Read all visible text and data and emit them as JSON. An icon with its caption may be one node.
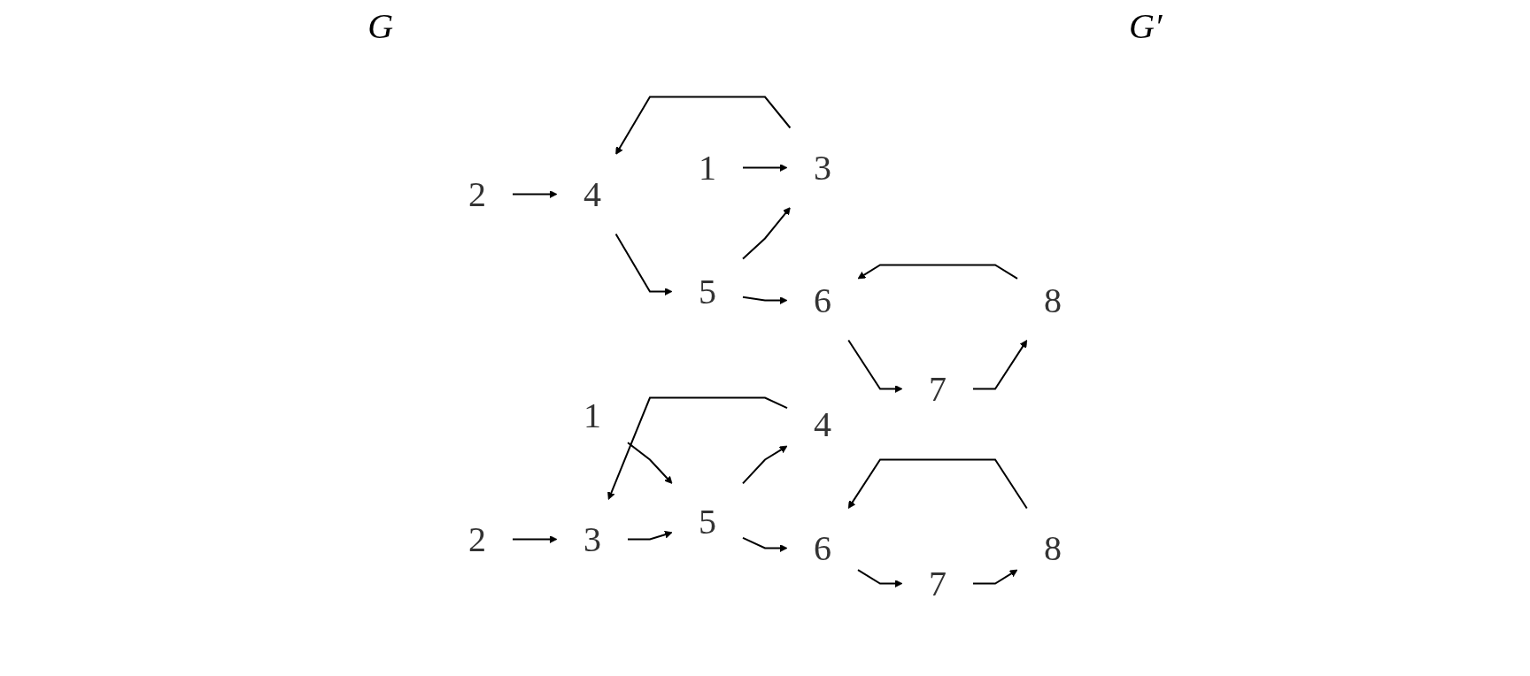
{
  "diagram": {
    "nodes": [
      {
        "text": [
          "2"
        ]
      },
      {
        "text": [
          "4"
        ]
      },
      {
        "text": [
          "3"
        ]
      },
      {
        "text": [
          "1"
        ]
      },
      {
        "text": [
          "5"
        ]
      },
      {
        "text": [
          "6"
        ]
      },
      {
        "text": [
          "8"
        ]
      },
      {
        "text": [
          "7"
        ]
      },
      {
        "text": [
          "2"
        ]
      },
      {
        "text": [
          "4"
        ]
      },
      {
        "text": [
          "3"
        ]
      },
      {
        "text": [
          "1"
        ]
      },
      {
        "text": [
          "5"
        ]
      },
      {
        "text": [
          "6"
        ]
      },
      {
        "text": [
          "8"
        ]
      },
      {
        "text": [
          "7"
        ]
      }
    ],
    "edges": [
      {
        "from": 0,
        "to": 1,
        "arrow": "to"
      },
      {
        "from": 2,
        "to": 1,
        "arrow": "to"
      },
      {
        "from": 1,
        "to": 4,
        "arrow": "to"
      },
      {
        "from": 4,
        "to": 2,
        "arrow": "to"
      },
      {
        "from": 3,
        "to": 2,
        "arrow": "to"
      },
      {
        "from": 4,
        "to": 5,
        "arrow": "to"
      },
      {
        "from": 6,
        "to": 5,
        "arrow": "to"
      },
      {
        "from": 5,
        "to": 7,
        "arrow": "to"
      },
      {
        "from": 7,
        "to": 6,
        "arrow": "to"
      },
      {
        "from": 8,
        "to": 10,
        "arrow": "to"
      },
      {
        "from": 12,
        "to": 9,
        "arrow": "to"
      },
      {
        "from": 9,
        "to": 10,
        "arrow": "to"
      },
      {
        "from": 10,
        "to": 12,
        "arrow": "to"
      },
      {
        "from": 11,
        "to": 12,
        "arrow": "to"
      },
      {
        "from": 12,
        "to": 13,
        "arrow": "to"
      },
      {
        "from": 14,
        "to": 13,
        "arrow": "to"
      },
      {
        "from": 13,
        "to": 15,
        "arrow": "to"
      },
      {
        "from": 15,
        "to": 14,
        "arrow": "to"
      }
    ],
    "labels": [
      "G",
      "G′"
    ]
  }
}
